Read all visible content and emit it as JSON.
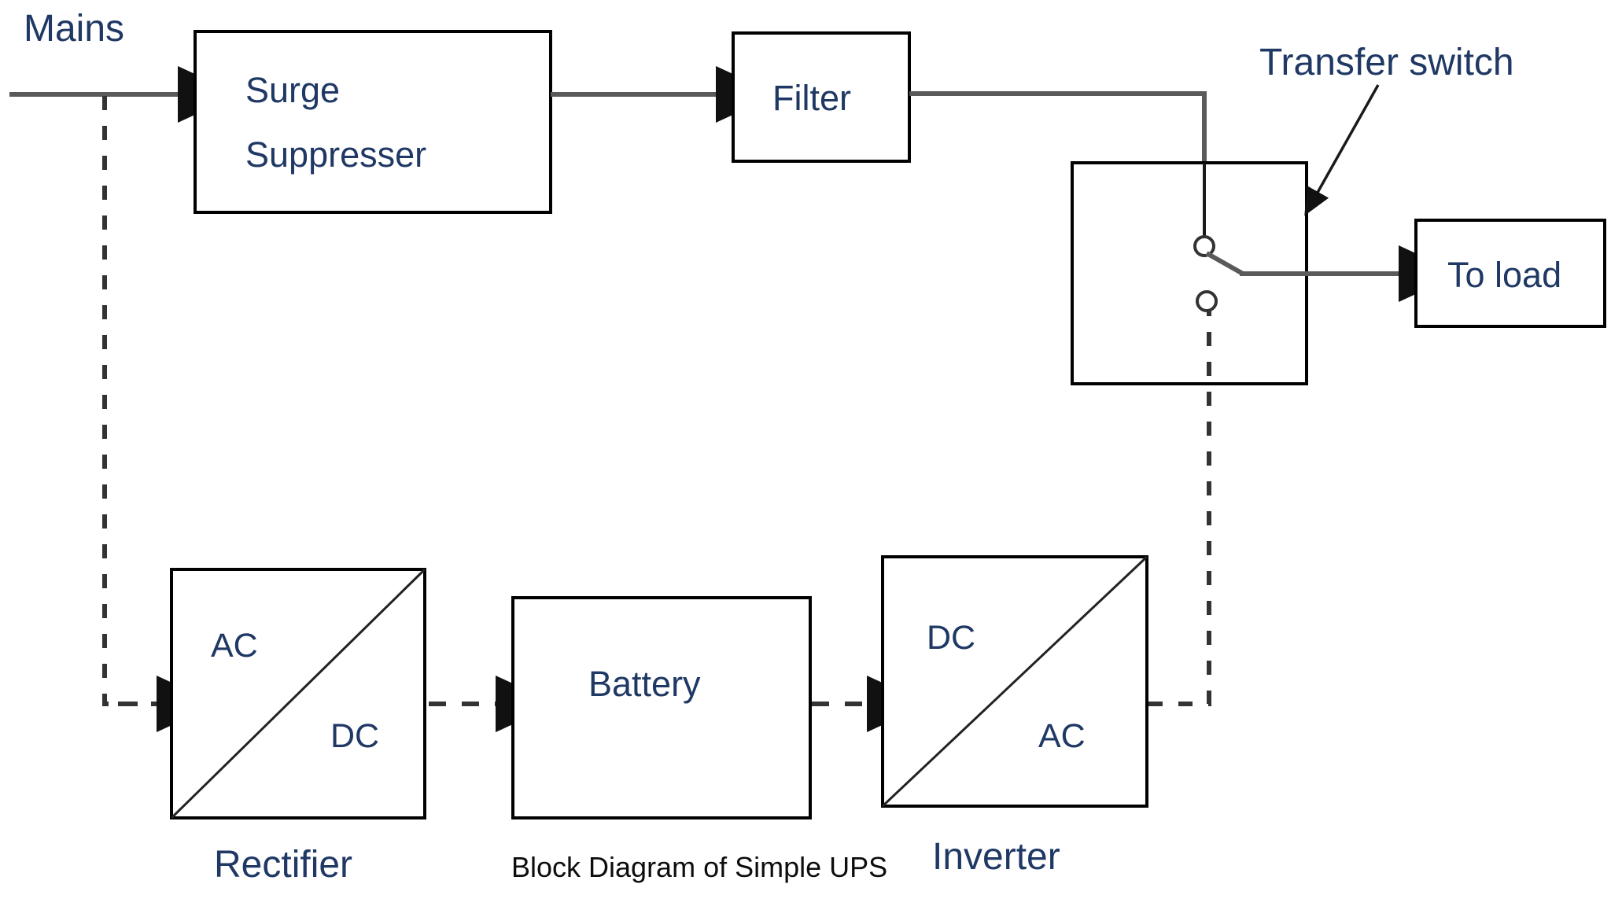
{
  "diagram": {
    "caption": "Block Diagram of Simple UPS",
    "colors": {
      "label_blue": "#1f3864",
      "caption_black": "#0d0d0d",
      "solid_wire": "#5a5a5a",
      "dashed_wire": "#333333",
      "box_stroke": "#000000",
      "background": "#ffffff"
    },
    "labels": {
      "mains": "Mains",
      "transfer_switch": "Transfer switch",
      "to_load": "To load",
      "rectifier": "Rectifier",
      "inverter": "Inverter"
    },
    "blocks": {
      "surge_suppresser": {
        "line1": "Surge",
        "line2": "Suppresser"
      },
      "filter": {
        "title": "Filter"
      },
      "to_load": {
        "title": "To load"
      },
      "rectifier": {
        "input_type": "AC",
        "output_type": "DC",
        "caption": "Rectifier"
      },
      "battery": {
        "title": "Battery"
      },
      "inverter": {
        "input_type": "DC",
        "output_type": "AC",
        "caption": "Inverter"
      },
      "transfer_switch": {
        "annotation": "Transfer switch"
      }
    }
  }
}
